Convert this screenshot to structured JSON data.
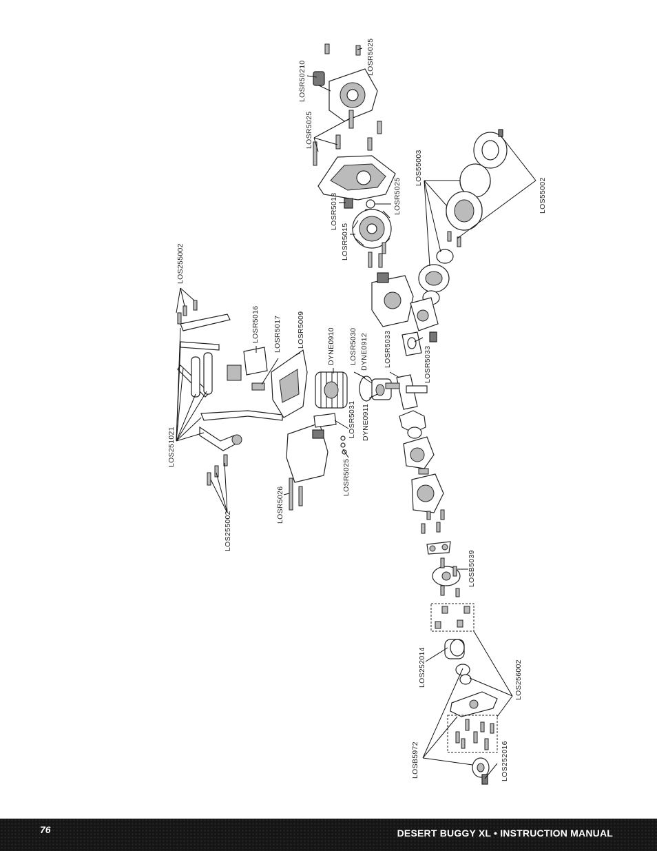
{
  "footer": {
    "page_number": "76",
    "title": "DESERT BUGGY XL • INSTRUCTION MANUAL"
  },
  "part_labels": {
    "losr50210": "LOSR50210",
    "losr5025_a": "LOSR5025",
    "losr5025_b": "LOSR5025",
    "losr5025_c": "LOSR5025",
    "losr5025_d": "LOSR5025",
    "losr5018": "LOSR5018",
    "losr5015": "LOSR5015",
    "los55003": "LOS55003",
    "los55002": "LOS55002",
    "los255002_a": "LOS255002",
    "los255002_b": "LOS255002",
    "losr5016": "LOSR5016",
    "losr5017": "LOSR5017",
    "losr5009": "LOSR5009",
    "dyne0910": "DYNE0910",
    "losr5030": "LOSR5030",
    "dyne0912": "DYNE0912",
    "losr5033_a": "LOSR5033",
    "losr5033_b": "LOSR5033",
    "los251021": "LOS251021",
    "losr5031": "LOSR5031",
    "dyne0911": "DYNE0911",
    "losr5026": "LOSR5026",
    "losb5039": "LOSB5039",
    "los252014": "LOS252014",
    "los256002": "LOS256002",
    "losb5972": "LOSB5972",
    "los252016": "LOS252016"
  }
}
